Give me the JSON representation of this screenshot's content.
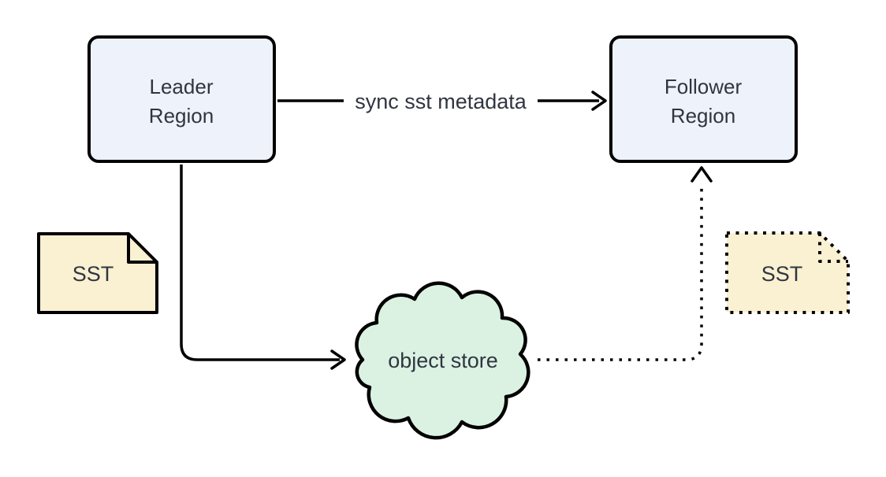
{
  "colors": {
    "background": "#ffffff",
    "region_fill": "#eef2fa",
    "cloud_fill": "#dbf2e3",
    "document_fill": "#faf0d2",
    "stroke": "#000000",
    "text": "#2f3640"
  },
  "nodes": {
    "leader_region": {
      "line1": "Leader",
      "line2": "Region"
    },
    "follower_region": {
      "line1": "Follower",
      "line2": "Region"
    },
    "object_store": {
      "label": "object store"
    },
    "sst_left": {
      "label": "SST"
    },
    "sst_right": {
      "label": "SST"
    }
  },
  "edges": {
    "leader_to_follower": {
      "label": "sync sst metadata",
      "style": "solid-arrow"
    },
    "leader_to_object_store": {
      "style": "solid-arrow"
    },
    "object_store_to_follower": {
      "style": "dotted-arrow"
    }
  }
}
